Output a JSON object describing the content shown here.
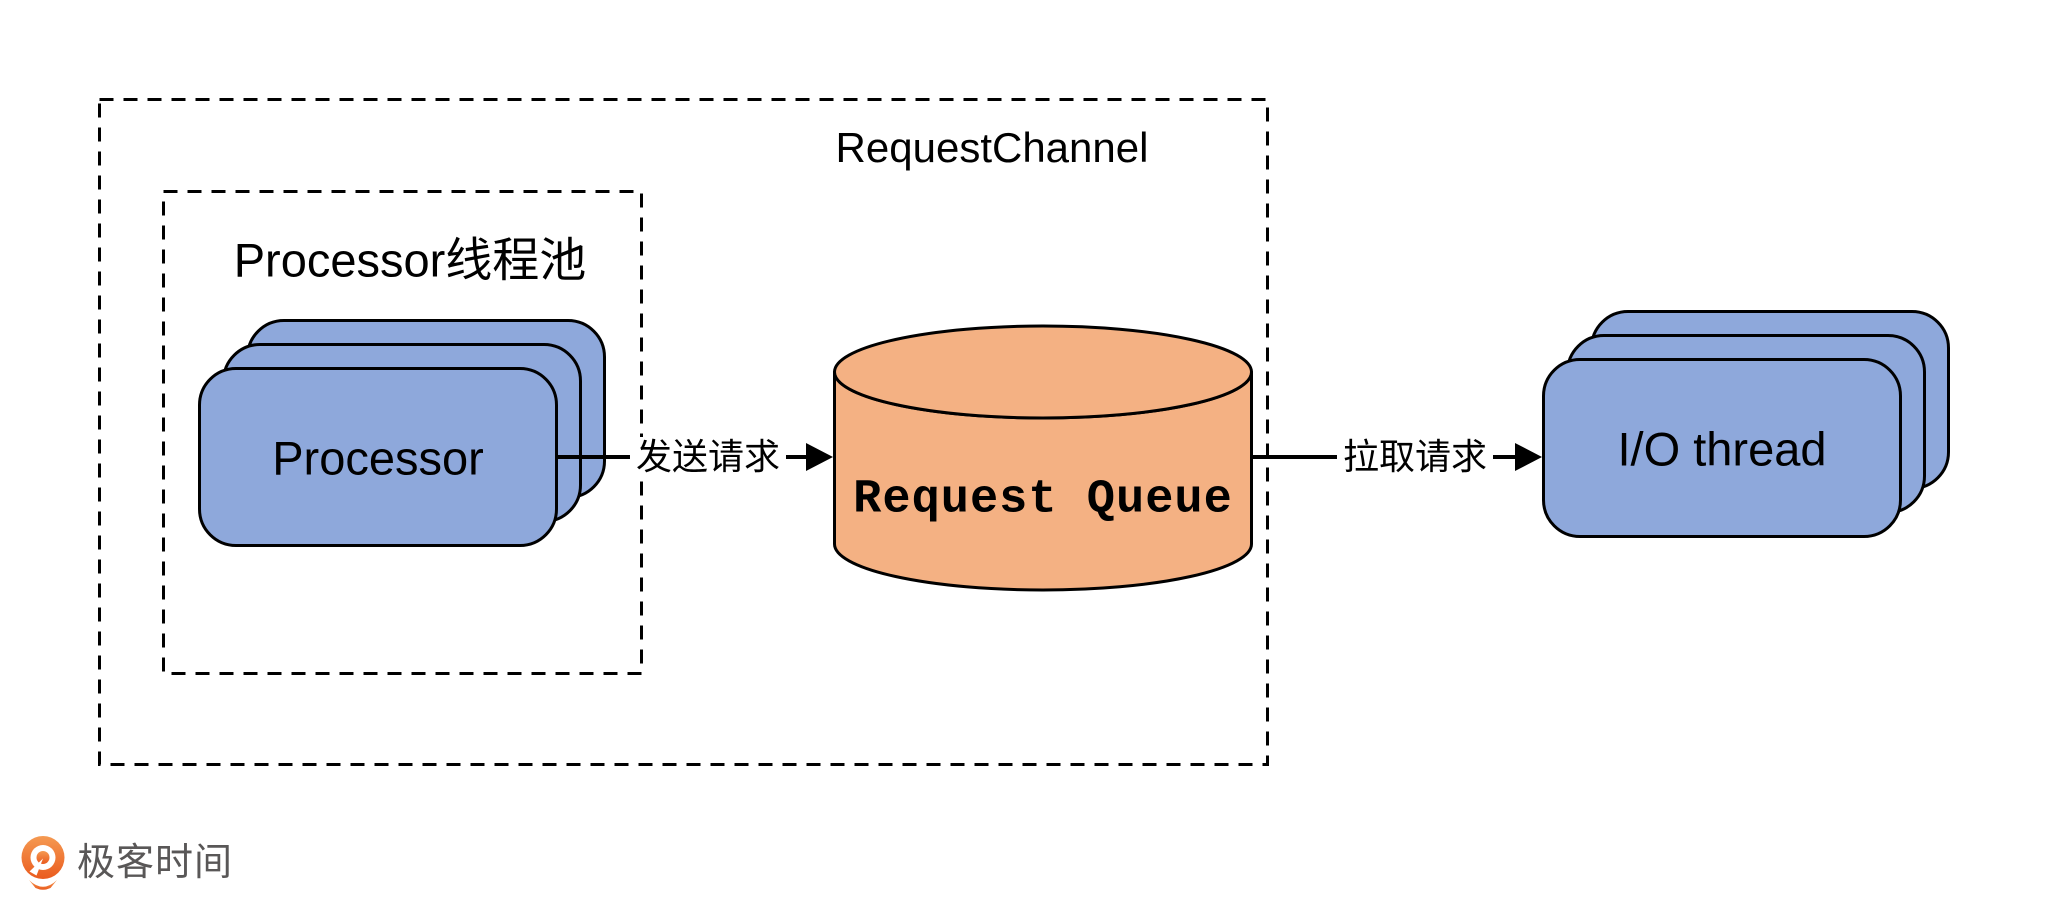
{
  "diagram": {
    "request_channel": {
      "title": "RequestChannel"
    },
    "processor_pool": {
      "title": "Processor线程池",
      "node_label": "Processor"
    },
    "queue": {
      "label": "Request Queue"
    },
    "io": {
      "node_label": "I/O thread"
    },
    "arrows": {
      "send_label": "发送请求",
      "pull_label": "拉取请求"
    }
  },
  "branding": {
    "logo_text": "极客时间"
  },
  "colors": {
    "node_blue": "#8EA8DB",
    "queue_orange": "#F4B183",
    "outline_black": "#000000",
    "logo_orange": "#EF7230",
    "logo_text_gray": "#595757"
  }
}
